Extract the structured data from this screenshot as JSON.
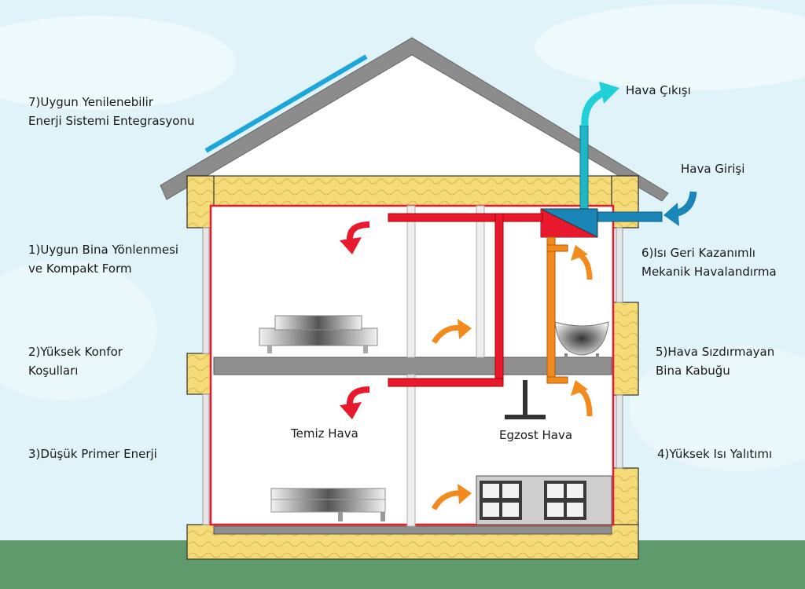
{
  "labels": {
    "renewable": "7)Uygun Yenilenebilir\nEnerji Sistemi Entegrasyonu",
    "orientation": "1)Uygun Bina Yönlenmesi\nve Kompakt Form",
    "comfort": "2)Yüksek Konfor\n      Koşulları",
    "primary_energy": "3)Düşük Primer Enerji",
    "heat_recovery": "6)Isı Geri Kazanımlı\nMekanik Havalandırma",
    "airtight": "5)Hava Sızdırmayan\n     Bina Kabuğu",
    "insulation": "4)Yüksek Isı Yalıtımı",
    "air_outlet": "Hava Çıkışı",
    "air_inlet": "Hava Girişi",
    "fresh_air": "Temiz Hava",
    "exhaust_air": "Egzost Hava"
  },
  "colors": {
    "sky": "#dff3f8",
    "ground": "#5f9a6c",
    "insulation": "#f6dc78",
    "roof": "#8a8a8a",
    "fresh_duct": "#e8192c",
    "exhaust_duct": "#f28a1e",
    "outlet_duct": "#1fb6c8",
    "inlet_duct": "#1a86b8",
    "solar_panel": "#1ca6dc"
  }
}
